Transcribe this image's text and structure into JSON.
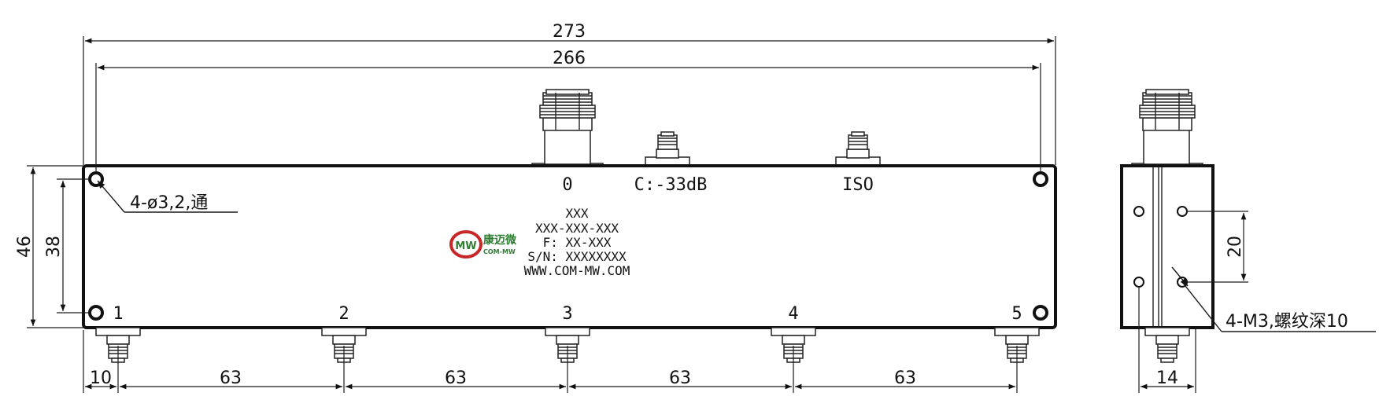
{
  "dimensions": {
    "overall_length": "273",
    "hole_spacing": "266",
    "height": "46",
    "hole_vertical": "38",
    "edge_offset": "10",
    "pitch_1": "63",
    "pitch_2": "63",
    "pitch_3": "63",
    "pitch_4": "63",
    "side_width": "14",
    "side_hole_spacing": "20"
  },
  "port_labels": {
    "input": "0",
    "coupled": "C:-33dB",
    "iso": "ISO",
    "p1": "1",
    "p2": "2",
    "p3": "3",
    "p4": "4",
    "p5": "5"
  },
  "notes": {
    "mount_holes": "4-ø3,2,通",
    "thread_holes": "4-M3,螺纹深10"
  },
  "label_block": {
    "line1": "XXX",
    "line2": "XXX-XXX-XXX",
    "line3": "F: XX-XXX",
    "line4": "S/N: XXXXXXXX",
    "line5": "WWW.COM-MW.COM"
  },
  "logo": {
    "mark": "MW",
    "brand_cn": "康迈微",
    "brand_en": "COM-MW",
    "colors": {
      "ring": "#c62828",
      "text": "#2e7d32"
    }
  }
}
